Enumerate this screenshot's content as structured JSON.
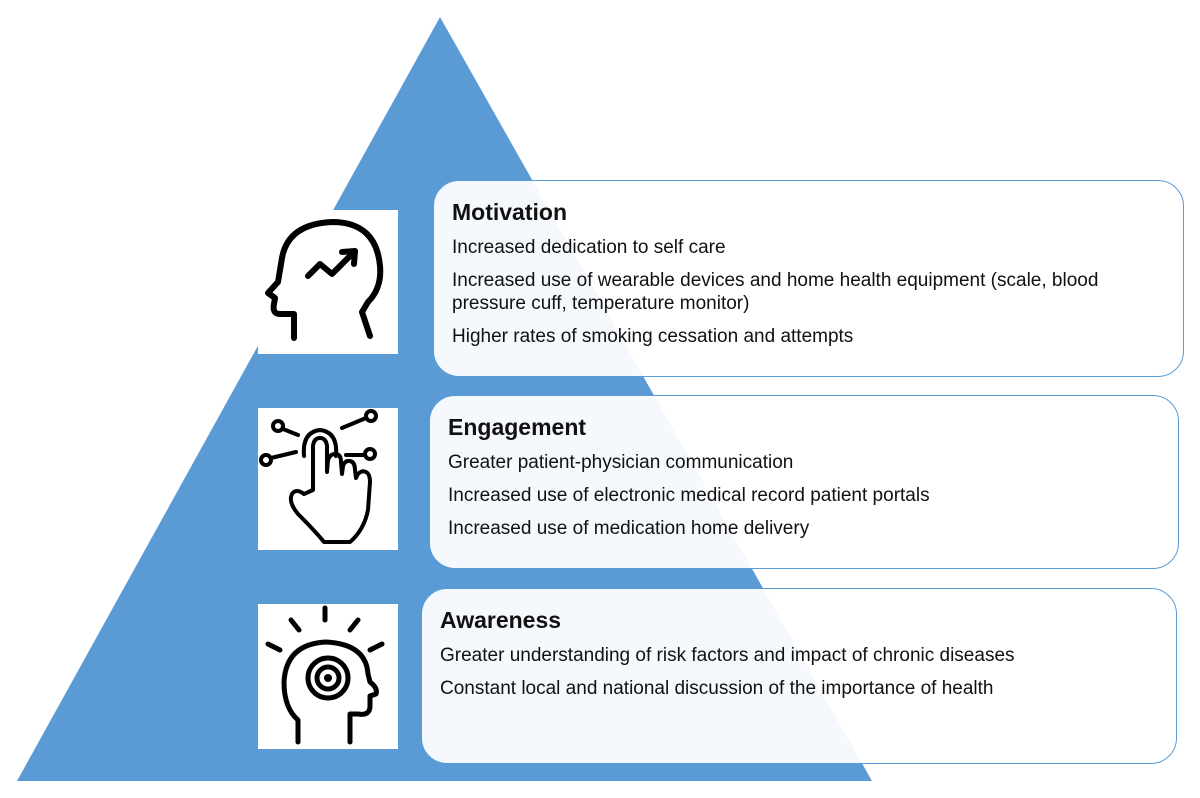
{
  "colors": {
    "pyramid_fill": "#5b9bd5",
    "card_border": "#5b9bd5",
    "text": "#111111",
    "icon_stroke": "#000000"
  },
  "levels": [
    {
      "title": "Motivation",
      "icon": "head-with-rising-arrow-icon",
      "items": [
        "Increased dedication to self care",
        "Increased use of wearable devices and home health equipment (scale, blood pressure cuff, temperature monitor)",
        "Higher rates of smoking cessation and attempts"
      ]
    },
    {
      "title": "Engagement",
      "icon": "hand-touch-network-icon",
      "items": [
        "Greater patient-physician  communication",
        "Increased use of electronic medical record patient portals",
        "Increased use of medication home delivery"
      ]
    },
    {
      "title": "Awareness",
      "icon": "head-with-target-icon",
      "items": [
        "Greater understanding  of risk factors and impact of chronic diseases",
        "Constant local and national discussion of the importance of health"
      ]
    }
  ]
}
